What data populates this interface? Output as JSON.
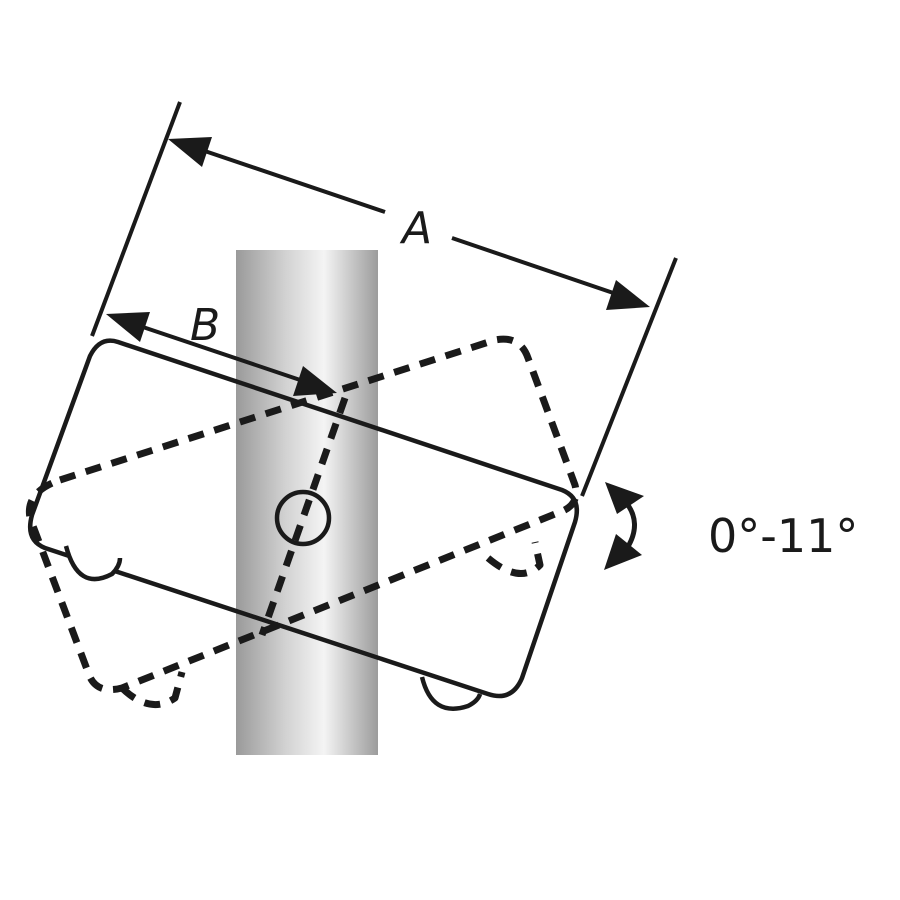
{
  "labels": {
    "dimension_a": "A",
    "dimension_b": "B",
    "tilt_range": "0°-11°"
  },
  "colors": {
    "line": "#1a1a1a",
    "background": "#ffffff",
    "pole_dark": "#9a9a9a",
    "pole_light": "#f2f2f2"
  },
  "icons": {
    "rotation_indicator": "curved-double-arrow-icon"
  }
}
